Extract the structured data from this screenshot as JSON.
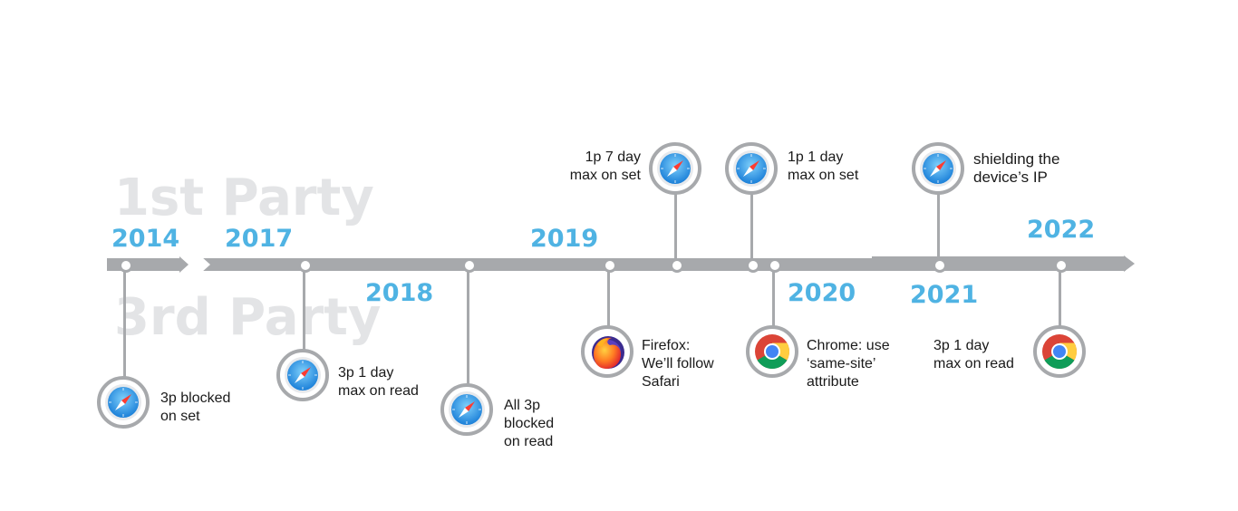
{
  "background_labels": {
    "first_party": "1st Party",
    "third_party": "3rd Party"
  },
  "years": [
    "2014",
    "2017",
    "2018",
    "2019",
    "2020",
    "2021",
    "2022"
  ],
  "events": [
    {
      "id": "ev-2014",
      "browser": "safari",
      "text": "3p blocked\non set"
    },
    {
      "id": "ev-2017",
      "browser": "safari",
      "text": "3p 1 day\nmax on read"
    },
    {
      "id": "ev-2018",
      "browser": "safari",
      "text": "All 3p\nblocked\non read"
    },
    {
      "id": "ev-2019-firefox",
      "browser": "firefox",
      "text": "Firefox:\nWe’ll follow\nSafari"
    },
    {
      "id": "ev-2019-safari",
      "browser": "safari",
      "text": "1p 7 day\nmax on set"
    },
    {
      "id": "ev-2020-safari",
      "browser": "safari",
      "text": "1p 1 day\nmax on set"
    },
    {
      "id": "ev-2020-chrome",
      "browser": "chrome",
      "text": "Chrome: use\n‘same-site’\nattribute"
    },
    {
      "id": "ev-2021-safari",
      "browser": "safari",
      "text": "shielding the\ndevice’s IP"
    },
    {
      "id": "ev-2022-chrome",
      "browser": "chrome",
      "text": "3p 1 day\nmax on read"
    }
  ],
  "colors": {
    "year_blue": "#4fb3e3",
    "timeline_gray": "#a7a9ac",
    "watermark_gray": "#e3e4e6"
  },
  "icons": {
    "safari": "safari-compass-icon",
    "firefox": "firefox-icon",
    "chrome": "chrome-icon"
  }
}
